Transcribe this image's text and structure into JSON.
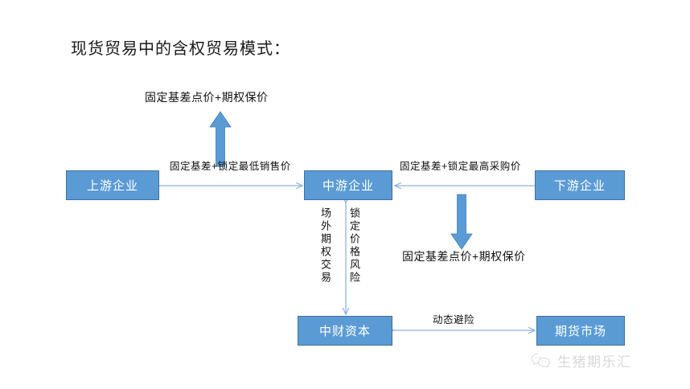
{
  "page": {
    "title": "现货贸易中的含权贸易模式："
  },
  "nodes": {
    "upstream": "上游企业",
    "midstream": "中游企业",
    "downstream": "下游企业",
    "capital": "中财资本",
    "futures": "期货市场"
  },
  "edges": {
    "upstream_to_midstream": "固定基差+锁定最低销售价",
    "downstream_to_midstream": "固定基差+锁定最高采购价",
    "capital_futures": "动态避险",
    "otc_option_trade": "场外期权交易",
    "lock_price_risk": "锁定价格风险"
  },
  "thick_arrows": {
    "top_label": "固定基差点价+期权保价",
    "right_label": "固定基差点价+期权保价"
  },
  "watermark": {
    "text": "生猪期乐汇",
    "icon": "wechat-icon"
  },
  "colors": {
    "box_fill": "#5b9bd5",
    "box_border": "#41719c",
    "arrow_thin": "#8eb4e3",
    "arrow_thick": "#5b9bd5",
    "text_dark": "#111111",
    "text_on_box": "#ffffff",
    "background": "#ffffff"
  }
}
